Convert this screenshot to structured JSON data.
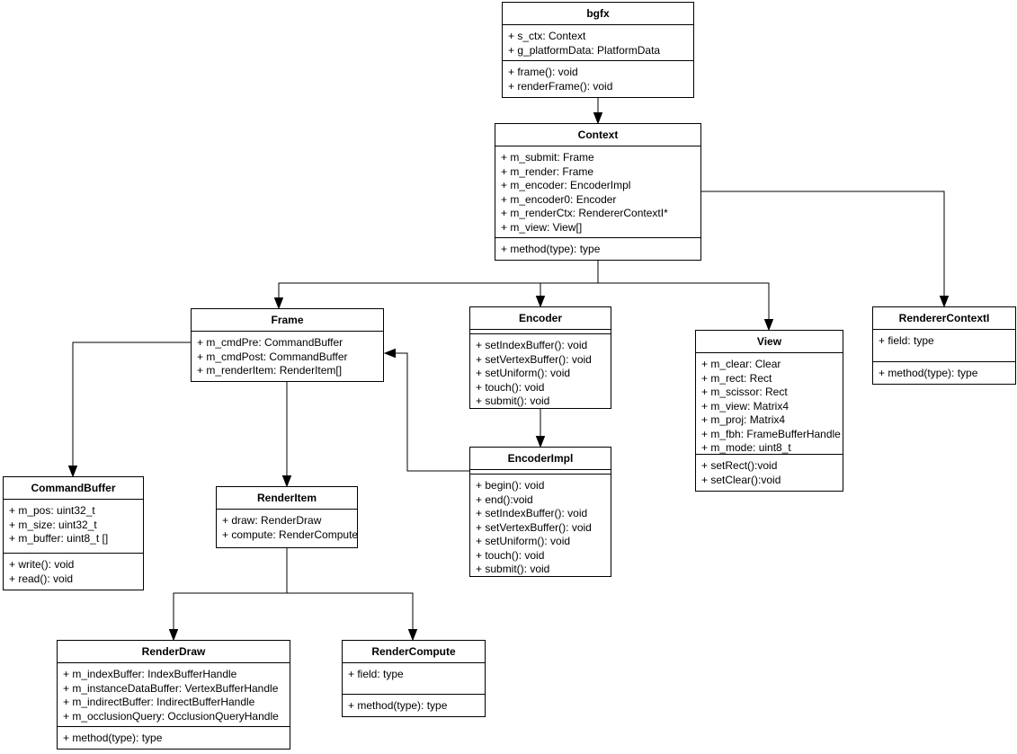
{
  "canvas": {
    "background_color": "#ffffff",
    "box_fill_color": "#ffffff",
    "box_stroke_color": "#000000",
    "text_color": "#000000"
  },
  "classes": [
    {
      "name": "bgfx",
      "attributes": [
        "+ s_ctx: Context",
        "+ g_platformData: PlatformData"
      ],
      "methods": [
        "+ frame(): void",
        "+ renderFrame(): void"
      ]
    },
    {
      "name": "Context",
      "attributes": [
        "+ m_submit: Frame",
        "+ m_render: Frame",
        "+ m_encoder: EncoderImpl",
        "+ m_encoder0: Encoder",
        "+ m_renderCtx: RendererContextI*",
        "+ m_view: View[]"
      ],
      "methods": [
        "+ method(type): type"
      ]
    },
    {
      "name": "Frame",
      "attributes": [
        "+ m_cmdPre: CommandBuffer",
        "+ m_cmdPost: CommandBuffer",
        "+ m_renderItem: RenderItem[]"
      ],
      "methods": []
    },
    {
      "name": "Encoder",
      "attributes": [],
      "methods": [
        "+ setIndexBuffer(): void",
        "+ setVertexBuffer(): void",
        "+ setUniform(): void",
        "+ touch(): void",
        "+ submit(): void"
      ]
    },
    {
      "name": "View",
      "attributes": [
        "+ m_clear: Clear",
        "+ m_rect: Rect",
        "+ m_scissor: Rect",
        "+ m_view: Matrix4",
        "+ m_proj: Matrix4",
        "+ m_fbh: FrameBufferHandle",
        "+ m_mode: uint8_t"
      ],
      "methods": [
        "+ setRect():void",
        "+ setClear():void"
      ]
    },
    {
      "name": "RendererContextI",
      "attributes": [
        "+ field: type"
      ],
      "methods": [
        "+ method(type): type"
      ]
    },
    {
      "name": "EncoderImpl",
      "attributes": [],
      "methods": [
        "+ begin(): void",
        "+ end():void",
        "+ setIndexBuffer(): void",
        "+ setVertexBuffer(): void",
        "+ setUniform(): void",
        "+ touch(): void",
        "+ submit(): void"
      ]
    },
    {
      "name": "CommandBuffer",
      "attributes": [
        "+ m_pos: uint32_t",
        "+ m_size: uint32_t",
        "+ m_buffer: uint8_t []"
      ],
      "methods": [
        "+ write(): void",
        "+ read(): void"
      ]
    },
    {
      "name": "RenderItem",
      "attributes": [
        "+ draw: RenderDraw",
        "+ compute: RenderCompute"
      ],
      "methods": []
    },
    {
      "name": "RenderDraw",
      "attributes": [
        "+ m_indexBuffer: IndexBufferHandle",
        "+ m_instanceDataBuffer: VertexBufferHandle",
        "+ m_indirectBuffer: IndirectBufferHandle",
        "+ m_occlusionQuery: OcclusionQueryHandle"
      ],
      "methods": [
        "+ method(type): type"
      ]
    },
    {
      "name": "RenderCompute",
      "attributes": [
        "+ field: type"
      ],
      "methods": [
        "+ method(type): type"
      ]
    }
  ],
  "relations": [
    {
      "from": "bgfx",
      "to": "Context",
      "arrow": "solid-triangle"
    },
    {
      "from": "Context",
      "to": "Frame",
      "arrow": "solid-triangle"
    },
    {
      "from": "Context",
      "to": "Encoder",
      "arrow": "solid-triangle"
    },
    {
      "from": "Context",
      "to": "View",
      "arrow": "solid-triangle"
    },
    {
      "from": "Context",
      "to": "RendererContextI",
      "arrow": "solid-triangle"
    },
    {
      "from": "Frame",
      "to": "CommandBuffer",
      "arrow": "solid-triangle"
    },
    {
      "from": "Frame",
      "to": "RenderItem",
      "arrow": "solid-triangle"
    },
    {
      "from": "Encoder",
      "to": "EncoderImpl",
      "arrow": "solid-triangle"
    },
    {
      "from": "EncoderImpl",
      "to": "Frame",
      "arrow": "solid-triangle"
    },
    {
      "from": "RenderItem",
      "to": "RenderDraw",
      "arrow": "solid-triangle"
    },
    {
      "from": "RenderItem",
      "to": "RenderCompute",
      "arrow": "solid-triangle"
    }
  ]
}
